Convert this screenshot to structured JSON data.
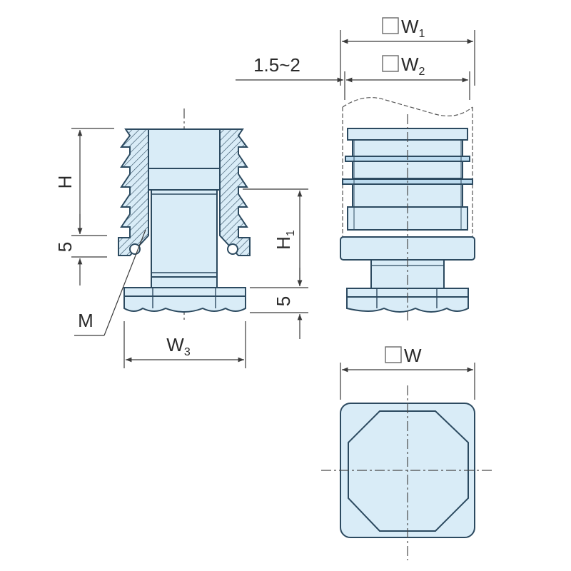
{
  "labels": {
    "h": "H",
    "five_left": "5",
    "m": "M",
    "w3_main": "W",
    "w3_sub": "3",
    "h1_main": "H",
    "h1_sub": "1",
    "five_right": "5",
    "gap": "1.5~2",
    "w1_main": "W",
    "w1_sub": "1",
    "w2_main": "W",
    "w2_sub": "2",
    "w_main": "W"
  }
}
